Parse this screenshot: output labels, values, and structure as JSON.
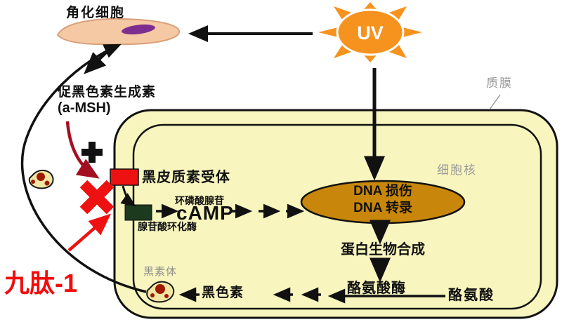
{
  "sun": {
    "label": "UV"
  },
  "labels": {
    "keratinocyte": "角化细胞",
    "msh_line1": "促黑色素生成素",
    "msh_line2": "(a-MSH)",
    "plasma_membrane": "质膜",
    "melanocortin_receptor": "黑皮质素受体",
    "camp_full": "环磷酸腺苷",
    "camp": "cAMP",
    "adenylate_cyclase": "腺苷酸环化酶",
    "cell_nucleus": "细胞核",
    "dna_damage": "DNA 损伤",
    "dna_transcription": "DNA 转录",
    "protein_biosynthesis": "蛋白生物合成",
    "tyrosinase": "酪氨酸酶",
    "tyrosine": "酪氨酸",
    "melanin": "黑色素",
    "melanosome": "黑素体",
    "nonapeptide": "九肽-1"
  },
  "icons": {
    "uv_sun": "uv-sun-icon",
    "keratinocyte_cell": "keratinocyte-shape",
    "melanocyte_cell": "melanocyte-icon",
    "melanosome_vesicle": "melanosome-icon",
    "plus_sign": "plus-icon",
    "inhibition_cross": "red-cross-icon"
  },
  "colors": {
    "cell_fill": "#f8f5be",
    "nucleus_fill": "#c8860b",
    "sun_orange": "#f6921e",
    "bright_red": "#ee1111",
    "dark_red_arrow": "#a31022",
    "gray_label": "#9a9a9a",
    "cyclase_green": "#1c3a1e",
    "keratinocyte_fill": "#f4c9a4",
    "keratinocyte_nucleus": "#7e2e8e",
    "arrow_black": "#111111"
  }
}
